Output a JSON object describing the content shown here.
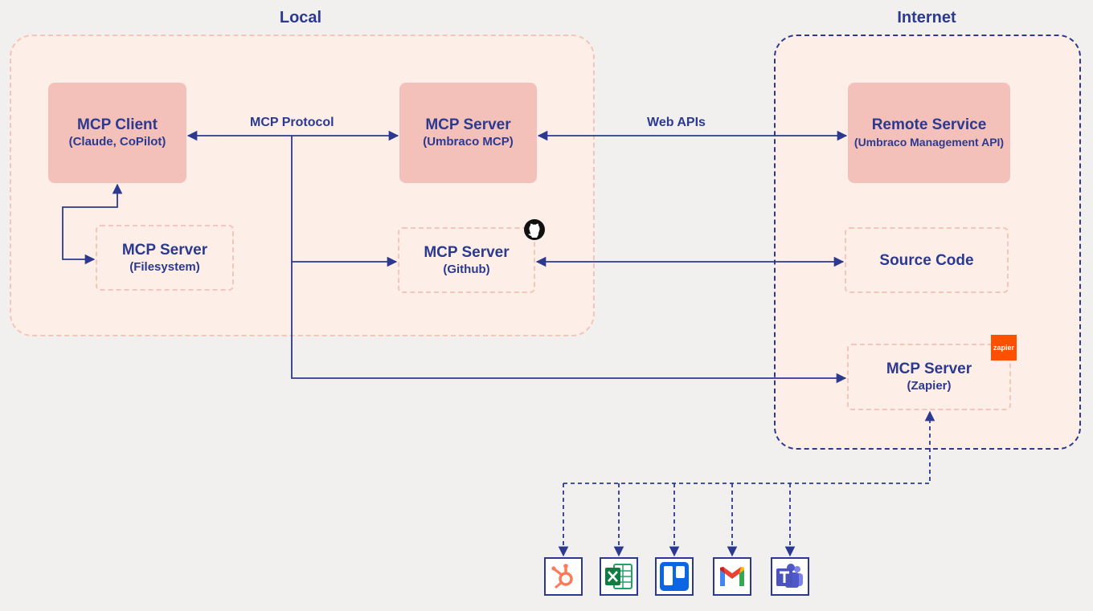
{
  "regions": {
    "local": "Local",
    "internet": "Internet"
  },
  "nodes": {
    "mcp_client": {
      "title": "MCP Client",
      "subtitle": "(Claude, CoPilot)"
    },
    "mcp_server_umbraco": {
      "title": "MCP Server",
      "subtitle": "(Umbraco MCP)"
    },
    "remote_service": {
      "title": "Remote Service",
      "subtitle": "(Umbraco Management API)"
    },
    "mcp_server_filesystem": {
      "title": "MCP Server",
      "subtitle": "(Filesystem)"
    },
    "mcp_server_github": {
      "title": "MCP Server",
      "subtitle": "(Github)"
    },
    "source_code": {
      "title": "Source Code"
    },
    "mcp_server_zapier": {
      "title": "MCP Server",
      "subtitle": "(Zapier)"
    }
  },
  "edges": {
    "mcp_protocol": "MCP Protocol",
    "web_apis": "Web APIs"
  },
  "badges": {
    "zapier": "zapier",
    "github_icon": "github-icon"
  },
  "apps": [
    {
      "name": "hubspot-icon"
    },
    {
      "name": "excel-icon"
    },
    {
      "name": "trello-icon"
    },
    {
      "name": "gmail-icon"
    },
    {
      "name": "teams-icon"
    }
  ],
  "colors": {
    "background": "#f1f0ee",
    "region_fill": "#fdeee8",
    "node_fill": "#f4c1ba",
    "dashed_border": "#f2c6b8",
    "text_and_lines": "#2b3a8f",
    "zapier": "#ff4f00"
  }
}
